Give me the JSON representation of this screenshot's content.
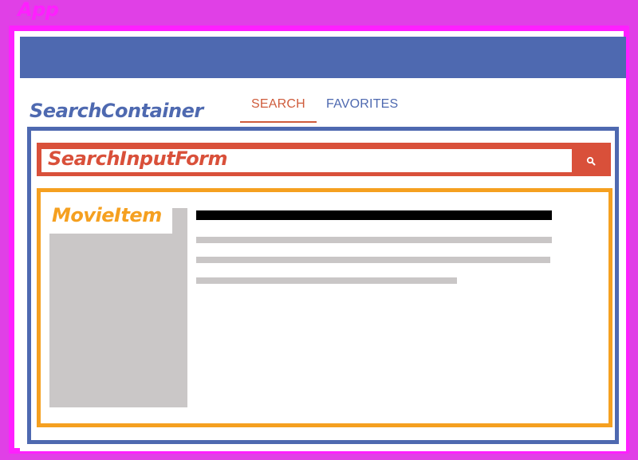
{
  "labels": {
    "app": "App",
    "search_container": "SearchContainer",
    "search_input_form": "SearchInputForm",
    "movie_item": "MovieItem"
  },
  "tabs": [
    {
      "label": "SEARCH",
      "active": true
    },
    {
      "label": "FAVORITES",
      "active": false
    }
  ],
  "icons": {
    "search_button": "search-icon"
  },
  "colors": {
    "app": "#ff1fff",
    "app_background": "#e040e6",
    "header": "#4e69b0",
    "search_container": "#4e69b0",
    "search_input_form": "#d9503a",
    "movie_item": "#f5a020",
    "active_tab": "#cf5c3c",
    "inactive_tab": "#4e69b0",
    "placeholder": "#cac7c7",
    "title_placeholder": "#000000"
  }
}
